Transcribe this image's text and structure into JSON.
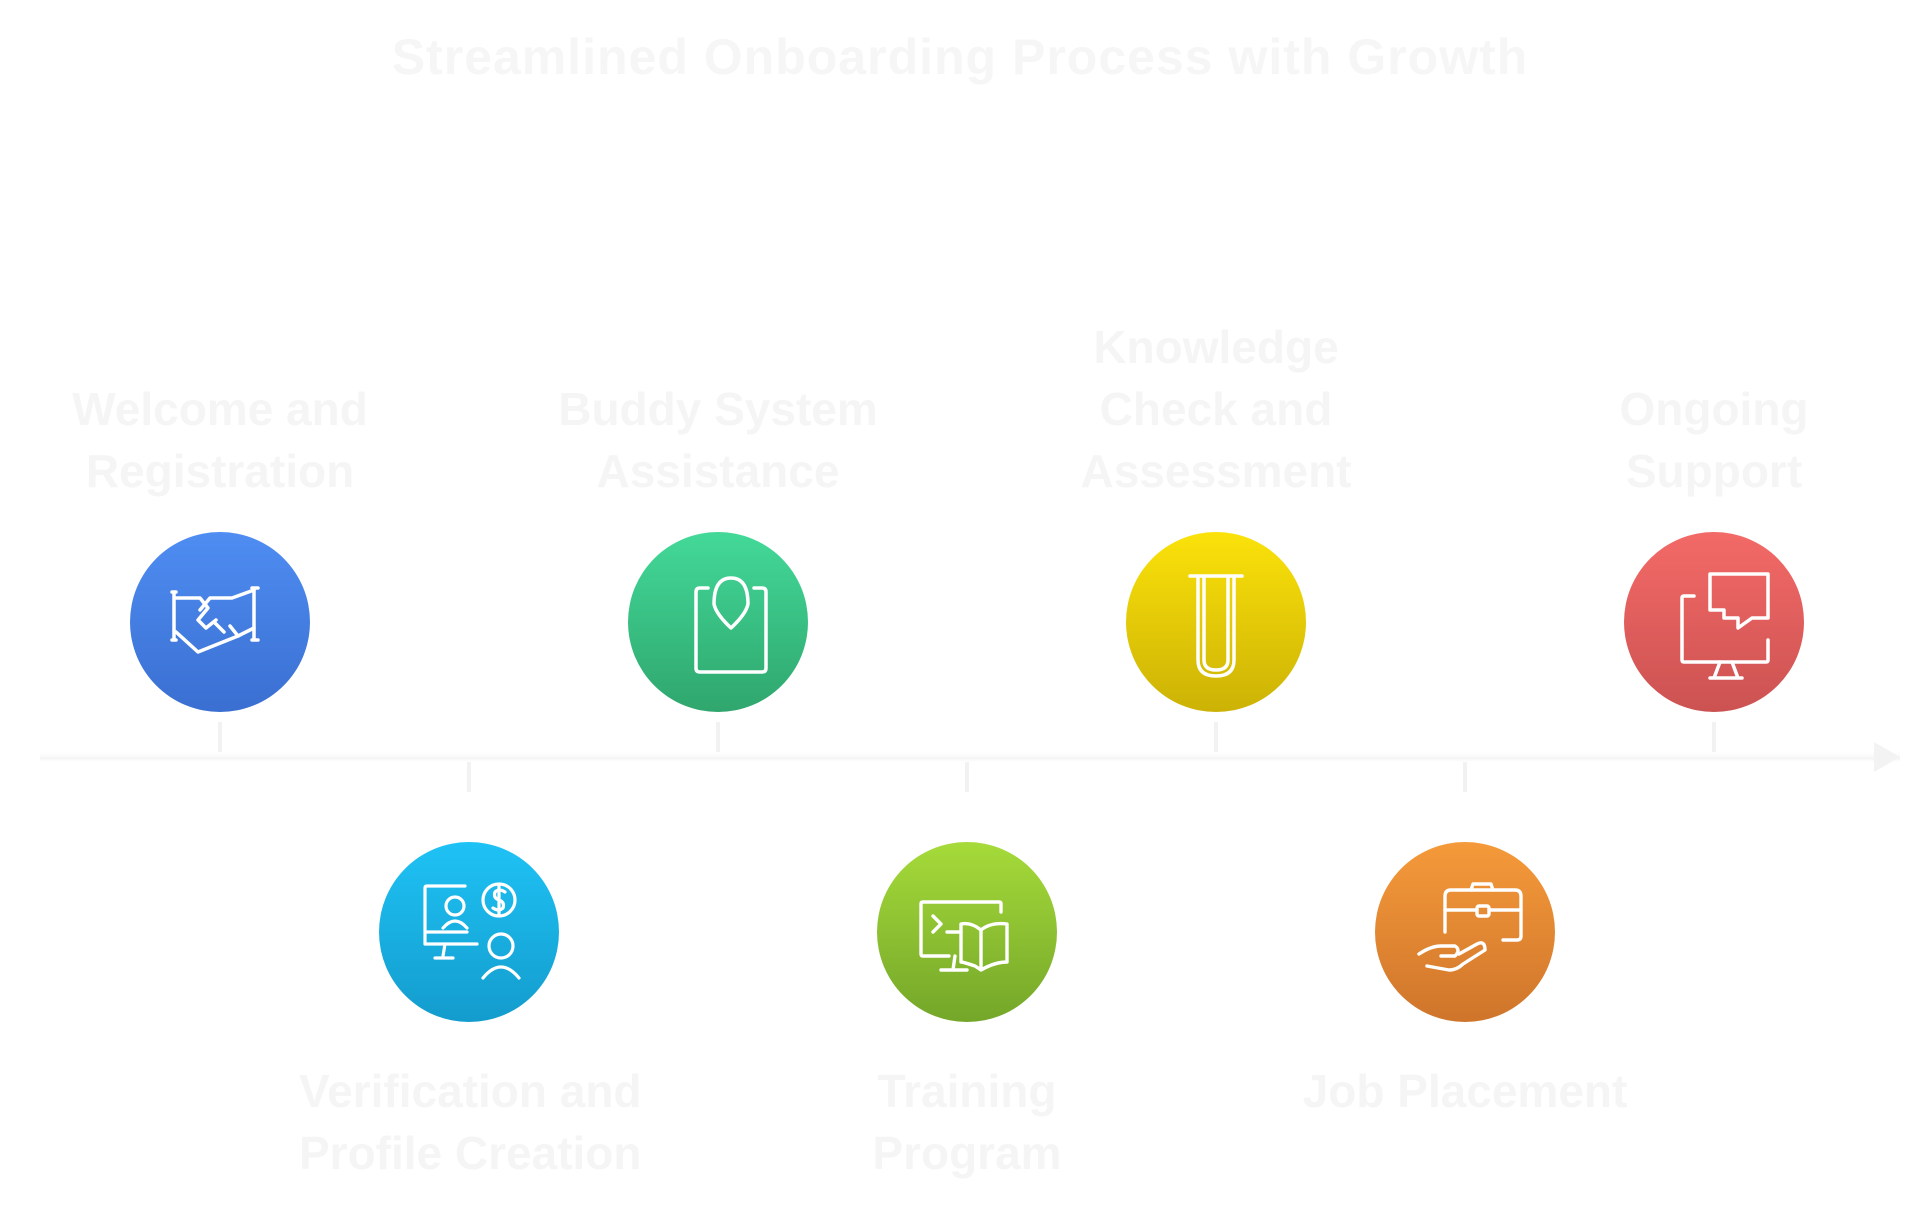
{
  "title": "Streamlined Onboarding Process with Growth",
  "steps": [
    {
      "id": "welcome",
      "lines": [
        "Welcome and",
        "Registration"
      ],
      "icon": "handshake-icon",
      "color_top": "#4f8df2",
      "color_bottom": "#3a6fd1"
    },
    {
      "id": "verification",
      "lines": [
        "Verification and",
        "Profile Creation"
      ],
      "icon": "users-finance-icon",
      "color_top": "#1fc2f5",
      "color_bottom": "#139ccd"
    },
    {
      "id": "buddy",
      "lines": [
        "Buddy System",
        "Assistance"
      ],
      "icon": "location-pin-icon",
      "color_top": "#43d999",
      "color_bottom": "#2fa66d"
    },
    {
      "id": "training",
      "lines": [
        "Training",
        "Program"
      ],
      "icon": "computer-book-icon",
      "color_top": "#a6db3a",
      "color_bottom": "#74a629"
    },
    {
      "id": "knowledge",
      "lines": [
        "Knowledge",
        "Check and",
        "Assessment"
      ],
      "icon": "test-tube-icon",
      "color_top": "#fbe20a",
      "color_bottom": "#ccb205"
    },
    {
      "id": "job",
      "lines": [
        "Job Placement"
      ],
      "icon": "briefcase-hand-icon",
      "color_top": "#f59a3a",
      "color_bottom": "#cf752b"
    },
    {
      "id": "support",
      "lines": [
        "Ongoing",
        "Support"
      ],
      "icon": "monitor-chat-icon",
      "color_top": "#f36a67",
      "color_bottom": "#cc5252"
    }
  ]
}
